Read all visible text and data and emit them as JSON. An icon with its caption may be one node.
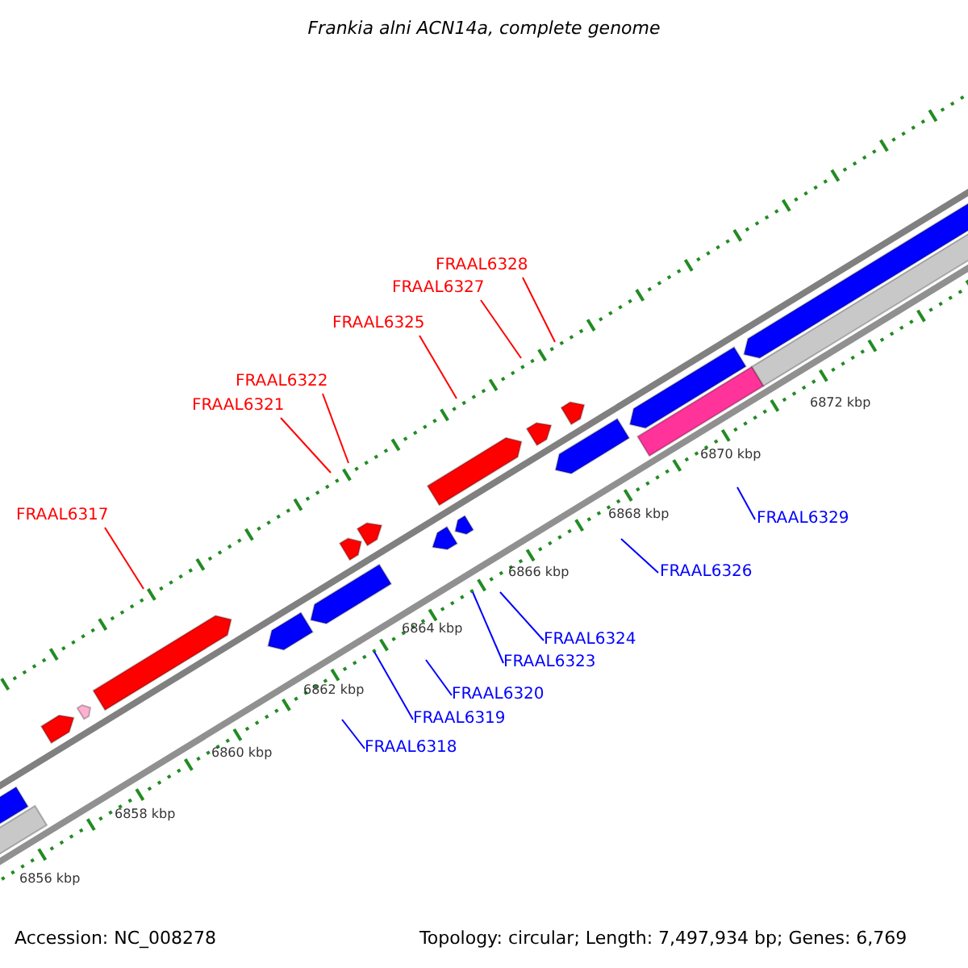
{
  "diagram": {
    "title": "Frankia alni ACN14a, complete genome",
    "nodes": [
      {
        "text": [
          "FRAAL6328"
        ]
      },
      {
        "text": [
          "FRAAL6327"
        ]
      },
      {
        "text": [
          "FRAAL6325"
        ]
      },
      {
        "text": [
          "FRAAL6322"
        ]
      },
      {
        "text": [
          "FRAAL6321"
        ]
      },
      {
        "text": [
          "FRAAL6317"
        ]
      },
      {
        "text": [
          "FRAAL6329"
        ]
      },
      {
        "text": [
          "FRAAL6326"
        ]
      },
      {
        "text": [
          "FRAAL6324"
        ]
      },
      {
        "text": [
          "FRAAL6323"
        ]
      },
      {
        "text": [
          "FRAAL6320"
        ]
      },
      {
        "text": [
          "FRAAL6319"
        ]
      },
      {
        "text": [
          "FRAAL6318"
        ]
      }
    ],
    "edges": [
      {
        "from": 0,
        "to": null,
        "arrow": "none",
        "color": "#ff0000"
      },
      {
        "from": 1,
        "to": null,
        "arrow": "none",
        "color": "#ff0000"
      },
      {
        "from": 2,
        "to": null,
        "arrow": "none",
        "color": "#ff0000"
      },
      {
        "from": 3,
        "to": null,
        "arrow": "none",
        "color": "#ff0000"
      },
      {
        "from": 4,
        "to": null,
        "arrow": "none",
        "color": "#ff0000"
      },
      {
        "from": 5,
        "to": null,
        "arrow": "none",
        "color": "#ff0000"
      },
      {
        "from": 6,
        "to": null,
        "arrow": "none"
      },
      {
        "from": 7,
        "to": null,
        "arrow": "none"
      },
      {
        "from": 8,
        "to": null,
        "arrow": "none"
      },
      {
        "from": 9,
        "to": null,
        "arrow": "none"
      },
      {
        "from": 10,
        "to": null,
        "arrow": "none"
      },
      {
        "from": 11,
        "to": null,
        "arrow": "none"
      },
      {
        "from": 12,
        "to": null,
        "arrow": "none"
      }
    ],
    "labels": [
      "6872 kbp",
      "6870 kbp",
      "6868 kbp",
      "6866 kbp",
      "6864 kbp",
      "6862 kbp",
      "6860 kbp",
      "6858 kbp",
      "6856 kbp",
      "Accession: NC_008278",
      "Topology: circular; Length: 7,497,934 bp; Genes: 6,769"
    ]
  }
}
